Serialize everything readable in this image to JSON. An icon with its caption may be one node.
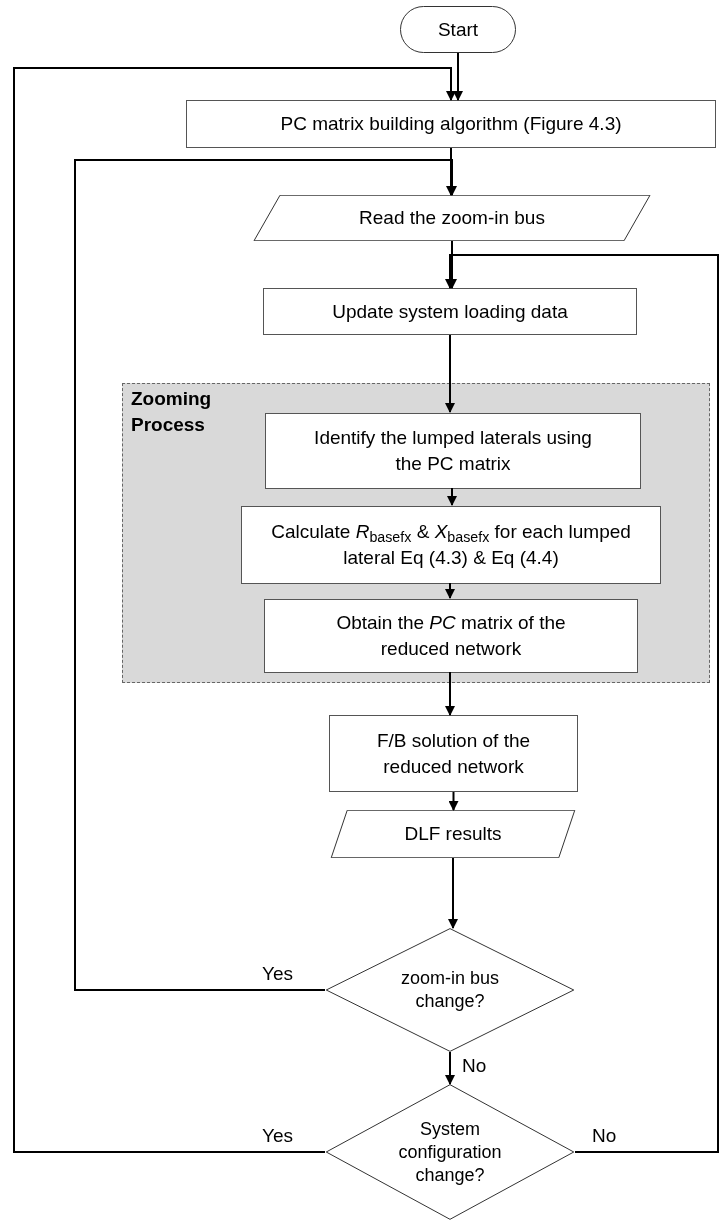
{
  "diagram": {
    "nodes": [
      {
        "text": [
          "Start"
        ]
      },
      {
        "text": [
          "PC matrix building algorithm (Figure 4.3)"
        ]
      },
      {
        "text": [
          "Read the zoom-in bus"
        ]
      },
      {
        "text": [
          "Update system loading data"
        ]
      },
      {
        "text": [
          "Zooming Process"
        ]
      },
      {
        "text": [
          "Identify the lumped laterals using the PC matrix"
        ],
        "in": 4
      },
      {
        "text": [
          "Calculate *R*$_{basef}$$_{x}$ & *X*$_{basef}$$_{x}$ for each lumped lateral Eq (4.3) & Eq (4.4)"
        ],
        "in": 4
      },
      {
        "text": [
          "Obtain the *PC* matrix of the reduced network"
        ],
        "in": 4
      },
      {
        "text": [
          "F/B solution of the reduced network"
        ]
      },
      {
        "text": [
          "DLF results"
        ]
      },
      {
        "text": [
          "zoom-in bus change?"
        ]
      },
      {
        "text": [
          "System configuration change?"
        ]
      }
    ],
    "edges": [
      {
        "from": 0,
        "to": 1,
        "arrow": "to"
      },
      {
        "from": 1,
        "to": 2,
        "arrow": "to"
      },
      {
        "from": 2,
        "to": 3,
        "arrow": "to"
      },
      {
        "from": 3,
        "to": 5,
        "arrow": "to"
      },
      {
        "from": 5,
        "to": 6,
        "arrow": "to"
      },
      {
        "from": 6,
        "to": 7,
        "arrow": "to"
      },
      {
        "from": 7,
        "to": 8,
        "arrow": "to"
      },
      {
        "from": 8,
        "to": 9,
        "arrow": "to"
      },
      {
        "from": 9,
        "to": 10,
        "arrow": "to"
      },
      {
        "from": 10,
        "to": 2,
        "arrow": "to",
        "label": "Yes"
      },
      {
        "from": 10,
        "to": 11,
        "arrow": "to",
        "label": "No"
      },
      {
        "from": 11,
        "to": 1,
        "arrow": "to",
        "label": "Yes"
      },
      {
        "from": 11,
        "to": 3,
        "arrow": "to",
        "label": "No"
      }
    ]
  }
}
